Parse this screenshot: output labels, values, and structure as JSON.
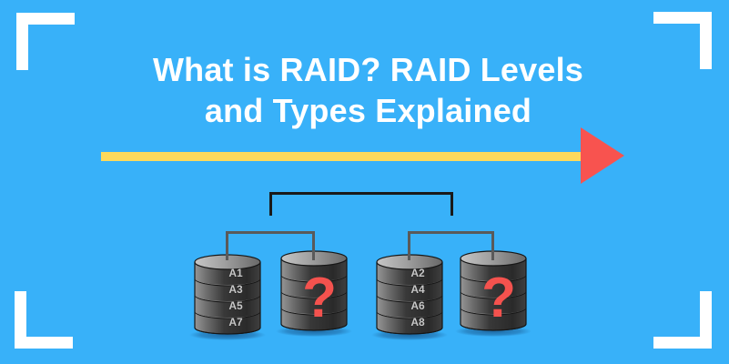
{
  "banner": {
    "title_line1": "What is RAID? RAID Levels",
    "title_line2": "and Types Explained"
  },
  "icons": {
    "corner_bracket": "white-L-frame-corner",
    "arrow_head": "right-pointing-triangle",
    "disk": "database-cylinder-stack"
  },
  "colors": {
    "background": "#38B1F9",
    "title_text": "#FFFFFF",
    "corner_brackets": "#FFFFFF",
    "arrow_bar_yellow": "#FDD95C",
    "arrow_head_red": "#F8534F",
    "connector_black": "#1A1A1A",
    "connector_gray": "#5A5A5A",
    "disk_label_text": "#C8C8C8",
    "question_mark_red": "#F4524E"
  },
  "diagram": {
    "disks": [
      {
        "name": "disk-1",
        "labels": [
          "A1",
          "A3",
          "A5",
          "A7"
        ]
      },
      {
        "name": "disk-2-mirror",
        "mark": "?"
      },
      {
        "name": "disk-3",
        "labels": [
          "A2",
          "A4",
          "A6",
          "A8"
        ]
      },
      {
        "name": "disk-4-mirror",
        "mark": "?"
      }
    ]
  }
}
